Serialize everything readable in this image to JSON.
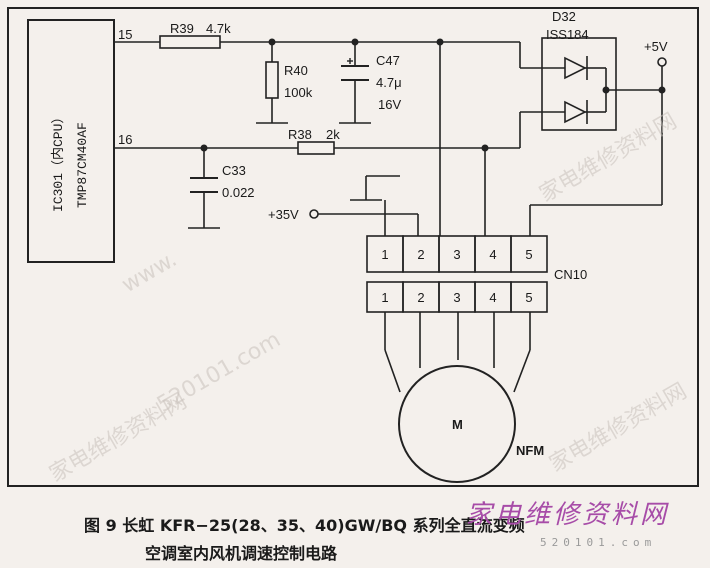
{
  "watermarks": [
    "家电维修资料网",
    "520101.com",
    "家电维修资料网",
    "www.",
    "家电维修资料网"
  ],
  "ic": {
    "ref": "IC301（内CPU）",
    "part": "TMP87CM40AF",
    "pin_a": "15",
    "pin_b": "16"
  },
  "resistors": {
    "r39": {
      "ref": "R39",
      "value": "4.7k"
    },
    "r40": {
      "ref": "R40",
      "value": "100k"
    },
    "r38": {
      "ref": "R38",
      "value": "2k"
    }
  },
  "capacitors": {
    "c47": {
      "ref": "C47",
      "value": "4.7μ",
      "voltage": "16V"
    },
    "c33": {
      "ref": "C33",
      "value": "0.022"
    }
  },
  "diode": {
    "ref": "D32",
    "part": "ISS184"
  },
  "supplies": {
    "v5": "+5V",
    "v35": "+35V"
  },
  "connector": {
    "ref": "CN10",
    "pins": [
      "1",
      "2",
      "3",
      "4",
      "5"
    ]
  },
  "motor": {
    "symbol": "M",
    "ref": "NFM"
  },
  "caption": {
    "line1": "图 9  长虹 KFR−25(28、35、40)GW/BQ 系列全直流变频",
    "line2": "空调室内风机调速控制电路"
  },
  "logo": {
    "text": "家电维修资料网",
    "url": "520101.com"
  }
}
